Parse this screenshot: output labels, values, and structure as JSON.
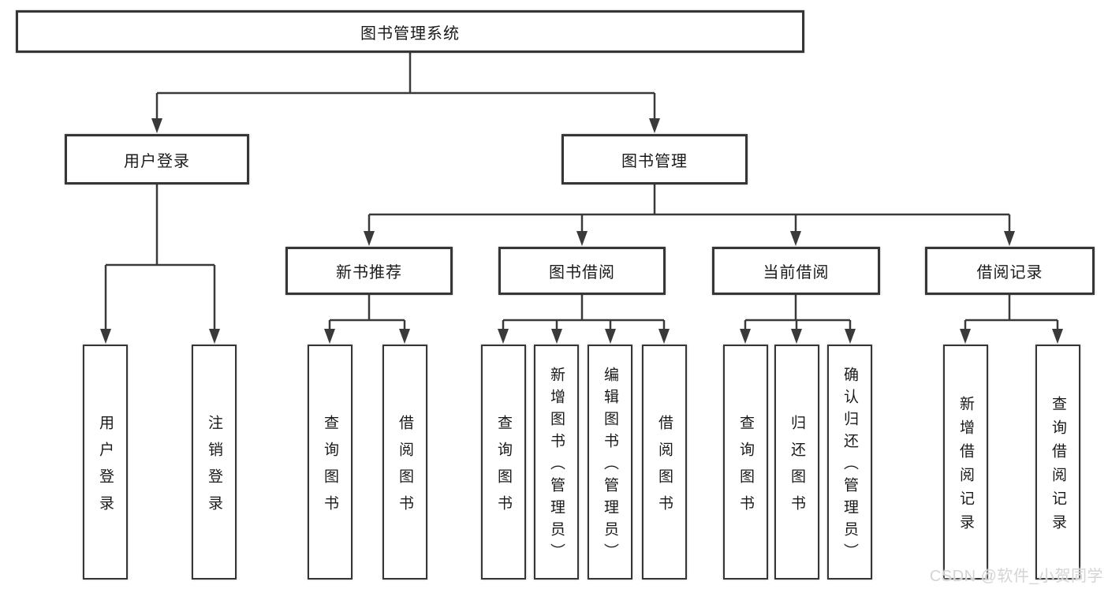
{
  "colors": {
    "line": "#3a3a3a",
    "box_border": "#363636",
    "box_fill": "#ffffff",
    "text": "#1a1a1a",
    "watermark": "#d4d4d4"
  },
  "diagram": {
    "root": {
      "label": "图书管理系统"
    },
    "branches": [
      {
        "label": "用户登录",
        "children": [
          {
            "label": "用户登录"
          },
          {
            "label": "注销登录"
          }
        ]
      },
      {
        "label": "图书管理",
        "children": [
          {
            "label": "新书推荐",
            "children": [
              {
                "label": "查询图书"
              },
              {
                "label": "借阅图书"
              }
            ]
          },
          {
            "label": "图书借阅",
            "children": [
              {
                "label": "查询图书"
              },
              {
                "label": "新增图书（管理员）"
              },
              {
                "label": "编辑图书（管理员）"
              },
              {
                "label": "借阅图书"
              }
            ]
          },
          {
            "label": "当前借阅",
            "children": [
              {
                "label": "查询图书"
              },
              {
                "label": "归还图书"
              },
              {
                "label": "确认归还（管理员）"
              }
            ]
          },
          {
            "label": "借阅记录",
            "children": [
              {
                "label": "新增借阅记录"
              },
              {
                "label": "查询借阅记录"
              }
            ]
          }
        ]
      }
    ]
  },
  "watermark": {
    "text": "CSDN @软件_小贺同学"
  }
}
